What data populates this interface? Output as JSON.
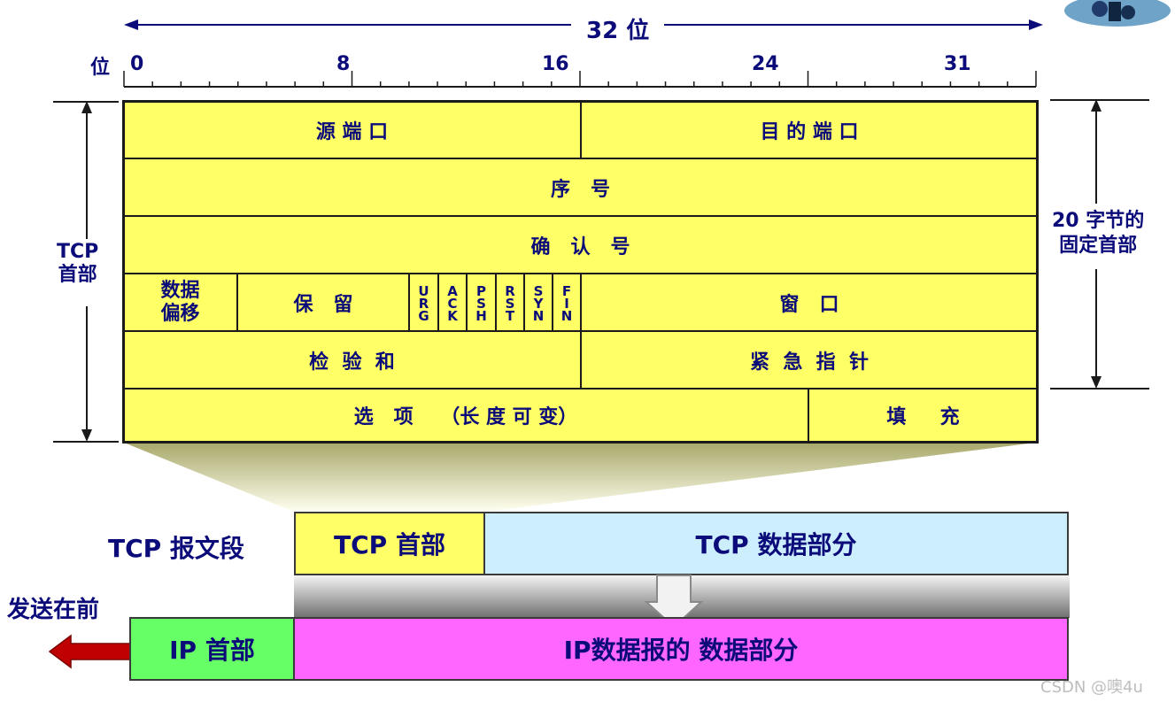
{
  "width_label": "32 位",
  "bit_label": "位",
  "bit_ticks": [
    "0",
    "8",
    "16",
    "24",
    "31"
  ],
  "header": {
    "left_label": "TCP\n首部",
    "right_label": "20 字节的\n固定首部",
    "rows": {
      "src_port": "源 端 口",
      "dst_port": "目 的 端 口",
      "seq": "序   号",
      "ack_num": "确   认   号",
      "data_offset": "数据\n偏移",
      "reserved": "保   留",
      "flags": [
        "U\nR\nG",
        "A\nC\nK",
        "P\nS\nH",
        "R\nS\nT",
        "S\nY\nN",
        "F\nI\nN"
      ],
      "window": "窗   口",
      "checksum": "检  验  和",
      "urgent": "紧  急  指  针",
      "options": "选   项    （长 度 可 变）",
      "padding": "填     充"
    }
  },
  "segment": {
    "label": "TCP 报文段",
    "header": "TCP 首部",
    "data": "TCP 数据部分"
  },
  "ip": {
    "send_first": "发送在前",
    "header": "IP 首部",
    "data": "IP数据报的 数据部分"
  },
  "watermark": "CSDN @噢4u",
  "colors": {
    "header_fill": "#ffff66",
    "tcp_data_fill": "#cdeefc",
    "ip_header_fill": "#66ff66",
    "ip_data_fill": "#ff66ff",
    "text": "#0b0b7a",
    "arrow": "#c00000"
  }
}
